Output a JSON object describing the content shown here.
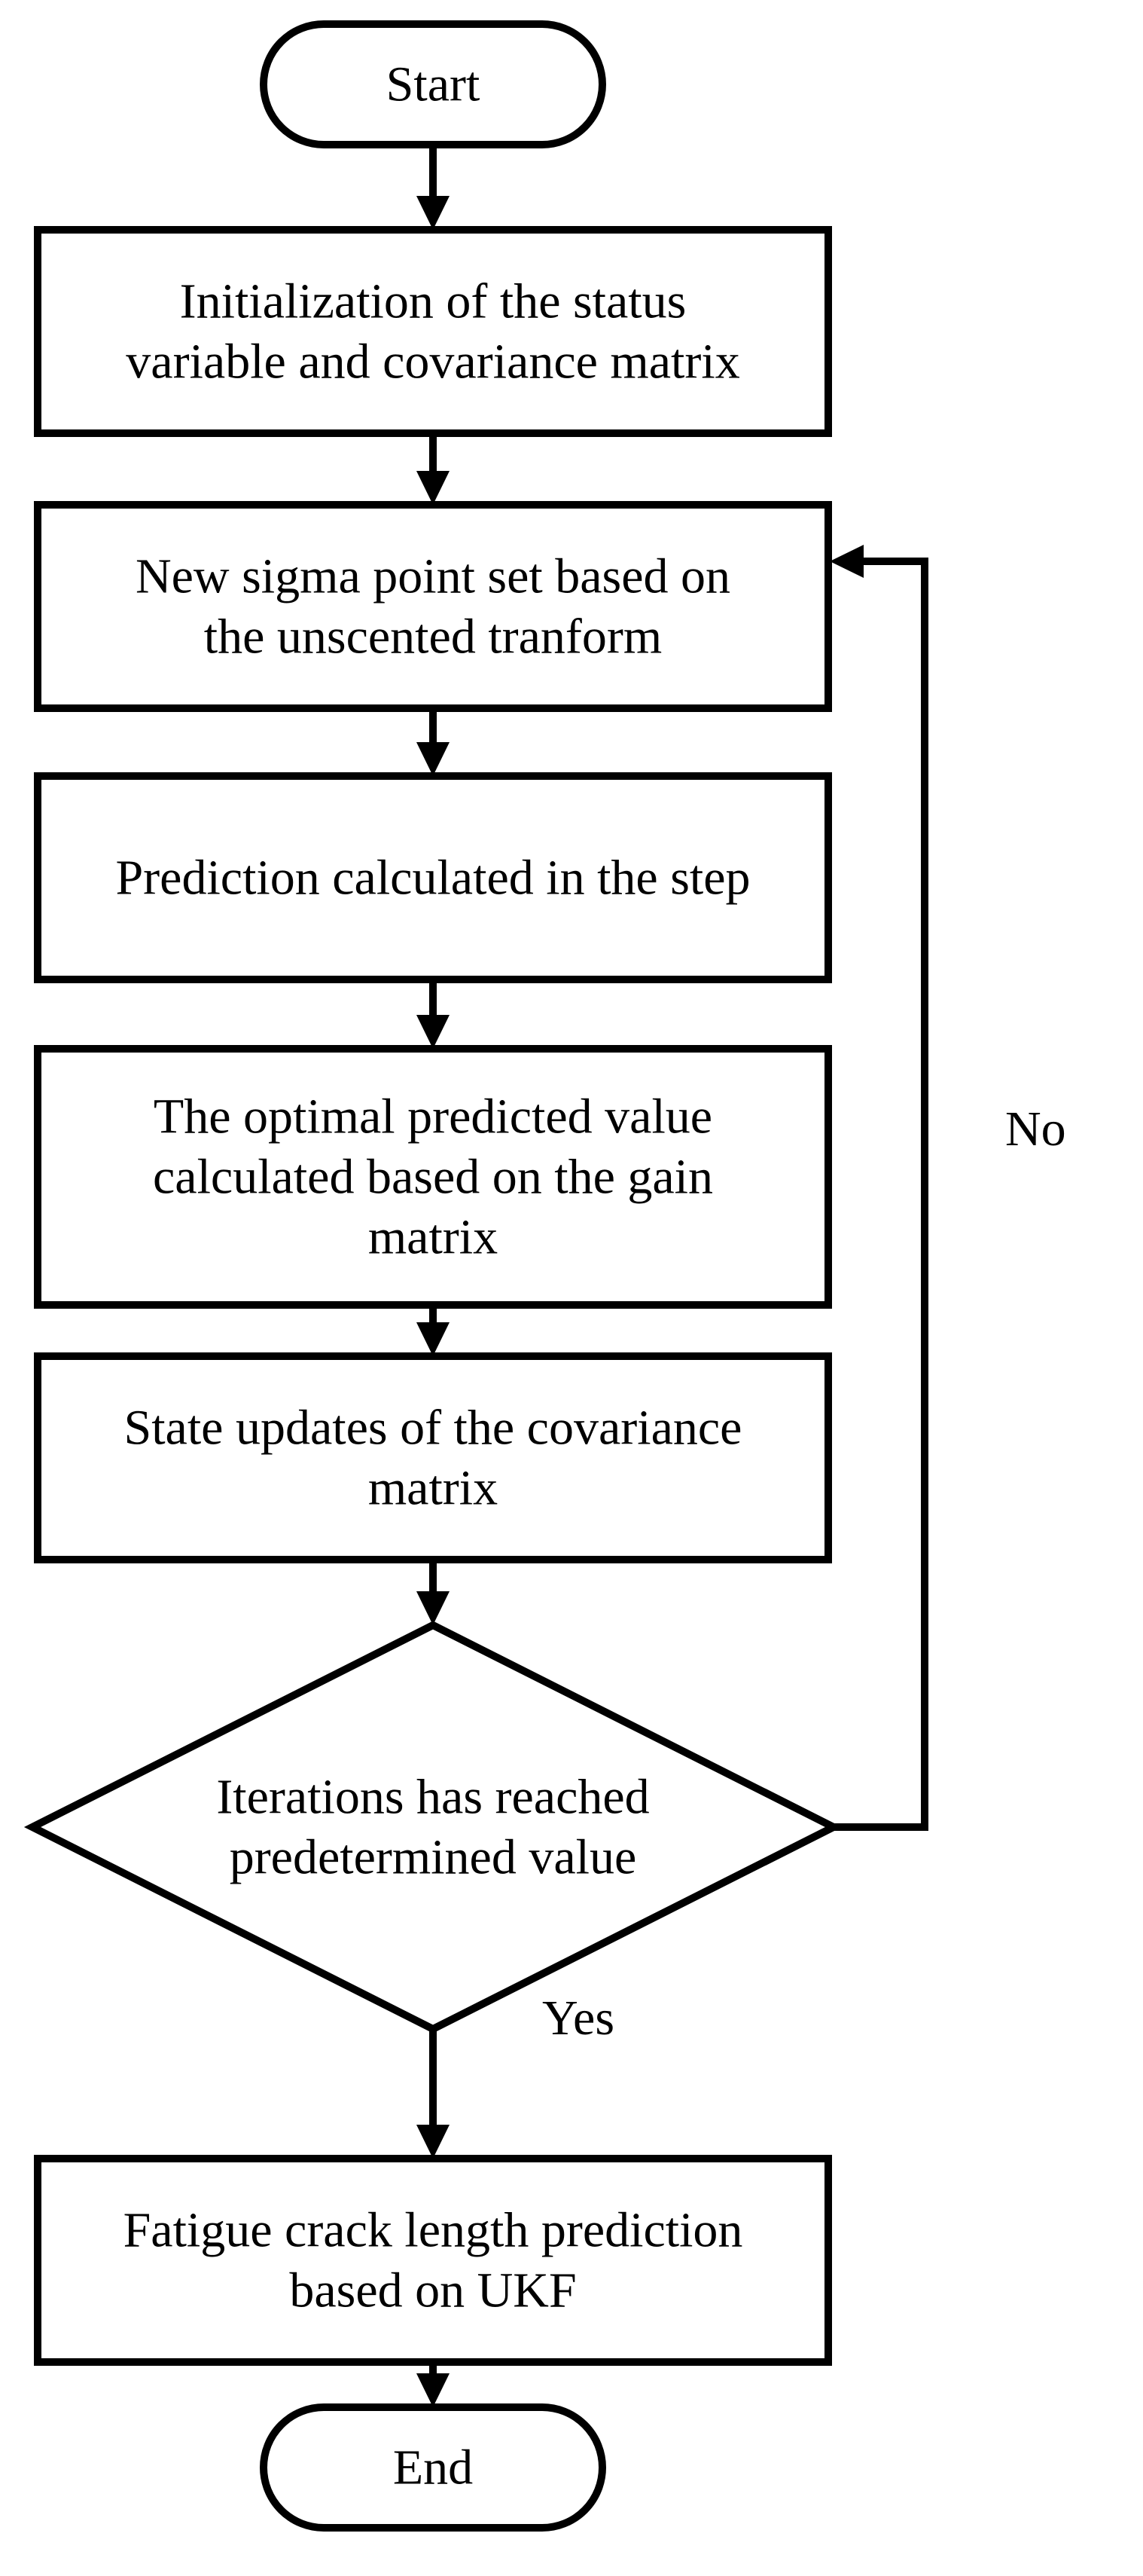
{
  "flowchart": {
    "nodes": [
      {
        "id": "start",
        "shape": "terminal",
        "lines": [
          "Start"
        ]
      },
      {
        "id": "init",
        "shape": "process",
        "lines": [
          "Initialization of the status",
          "variable and covariance matrix"
        ]
      },
      {
        "id": "sigma",
        "shape": "process",
        "lines": [
          "New sigma point set based on",
          "the unscented tranform"
        ]
      },
      {
        "id": "predict",
        "shape": "process",
        "lines": [
          "Prediction calculated in the step"
        ]
      },
      {
        "id": "optimal",
        "shape": "process",
        "lines": [
          "The optimal predicted value",
          "calculated based on the gain",
          "matrix"
        ]
      },
      {
        "id": "update",
        "shape": "process",
        "lines": [
          "State updates of the covariance",
          "matrix"
        ]
      },
      {
        "id": "decision",
        "shape": "decision",
        "lines": [
          "Iterations has reached",
          "predetermined value"
        ]
      },
      {
        "id": "result",
        "shape": "process",
        "lines": [
          "Fatigue crack length prediction",
          "based on UKF"
        ]
      },
      {
        "id": "end",
        "shape": "terminal",
        "lines": [
          "End"
        ]
      }
    ],
    "edges": [
      {
        "from": "start",
        "to": "init",
        "label": ""
      },
      {
        "from": "init",
        "to": "sigma",
        "label": ""
      },
      {
        "from": "sigma",
        "to": "predict",
        "label": ""
      },
      {
        "from": "predict",
        "to": "optimal",
        "label": ""
      },
      {
        "from": "optimal",
        "to": "update",
        "label": ""
      },
      {
        "from": "update",
        "to": "decision",
        "label": ""
      },
      {
        "from": "decision",
        "to": "result",
        "label": "Yes"
      },
      {
        "from": "decision",
        "to": "sigma",
        "label": "No"
      },
      {
        "from": "result",
        "to": "end",
        "label": ""
      }
    ]
  }
}
